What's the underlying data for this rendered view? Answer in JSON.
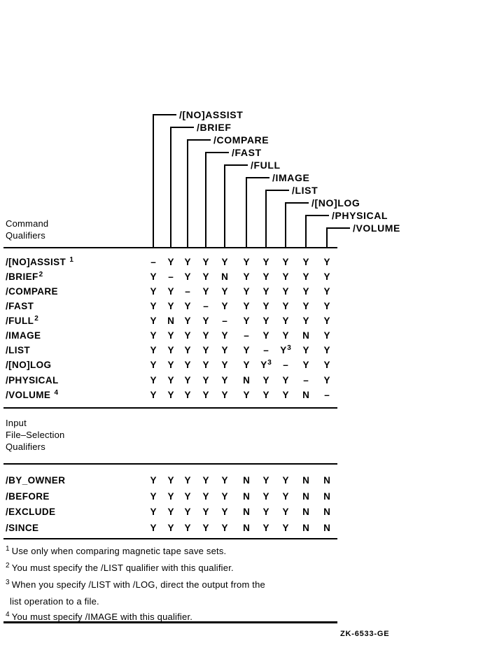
{
  "figure_id": "ZK-6533-GE",
  "colors": {
    "ink": "#000000",
    "paper": "#ffffff"
  },
  "header_tree": {
    "column_labels": [
      "/[NO]ASSIST",
      "/BRIEF",
      "/COMPARE",
      "/FAST",
      "/FULL",
      "/IMAGE",
      "/LIST",
      "/[NO]LOG",
      "/PHYSICAL",
      "/VOLUME"
    ]
  },
  "sections": [
    {
      "id": "command-qualifiers",
      "heading_lines": [
        "Command",
        "Qualifiers"
      ],
      "rows": [
        {
          "label": "/[NO]ASSIST ^1",
          "cells": [
            "–",
            "Y",
            "Y",
            "Y",
            "Y",
            "Y",
            "Y",
            "Y",
            "Y",
            "Y"
          ]
        },
        {
          "label": "/BRIEF^2",
          "cells": [
            "Y",
            "–",
            "Y",
            "Y",
            "N",
            "Y",
            "Y",
            "Y",
            "Y",
            "Y"
          ]
        },
        {
          "label": "/COMPARE",
          "cells": [
            "Y",
            "Y",
            "–",
            "Y",
            "Y",
            "Y",
            "Y",
            "Y",
            "Y",
            "Y"
          ]
        },
        {
          "label": "/FAST",
          "cells": [
            "Y",
            "Y",
            "Y",
            "–",
            "Y",
            "Y",
            "Y",
            "Y",
            "Y",
            "Y"
          ]
        },
        {
          "label": "/FULL^2",
          "cells": [
            "Y",
            "N",
            "Y",
            "Y",
            "–",
            "Y",
            "Y",
            "Y",
            "Y",
            "Y"
          ]
        },
        {
          "label": "/IMAGE",
          "cells": [
            "Y",
            "Y",
            "Y",
            "Y",
            "Y",
            "–",
            "Y",
            "Y",
            "N",
            "Y"
          ]
        },
        {
          "label": "/LIST",
          "cells": [
            "Y",
            "Y",
            "Y",
            "Y",
            "Y",
            "Y",
            "–",
            "Y^3",
            "Y",
            "Y"
          ]
        },
        {
          "label": "/[NO]LOG",
          "cells": [
            "Y",
            "Y",
            "Y",
            "Y",
            "Y",
            "Y",
            "Y^3",
            "–",
            "Y",
            "Y"
          ]
        },
        {
          "label": "/PHYSICAL",
          "cells": [
            "Y",
            "Y",
            "Y",
            "Y",
            "Y",
            "N",
            "Y",
            "Y",
            "–",
            "Y"
          ]
        },
        {
          "label": "/VOLUME ^4",
          "cells": [
            "Y",
            "Y",
            "Y",
            "Y",
            "Y",
            "Y",
            "Y",
            "Y",
            "N",
            "–"
          ]
        }
      ]
    },
    {
      "id": "input-file-selection-qualifiers",
      "heading_lines": [
        "Input",
        "File–Selection",
        "Qualifiers"
      ],
      "rows": [
        {
          "label": "/BY_OWNER",
          "cells": [
            "Y",
            "Y",
            "Y",
            "Y",
            "Y",
            "N",
            "Y",
            "Y",
            "N",
            "N"
          ]
        },
        {
          "label": "/BEFORE",
          "cells": [
            "Y",
            "Y",
            "Y",
            "Y",
            "Y",
            "N",
            "Y",
            "Y",
            "N",
            "N"
          ]
        },
        {
          "label": "/EXCLUDE",
          "cells": [
            "Y",
            "Y",
            "Y",
            "Y",
            "Y",
            "N",
            "Y",
            "Y",
            "N",
            "N"
          ]
        },
        {
          "label": "/SINCE",
          "cells": [
            "Y",
            "Y",
            "Y",
            "Y",
            "Y",
            "N",
            "Y",
            "Y",
            "N",
            "N"
          ]
        }
      ]
    }
  ],
  "footnotes": [
    {
      "marker": "1",
      "lines": [
        "Use only when comparing magnetic tape save sets."
      ]
    },
    {
      "marker": "2",
      "lines": [
        "You must specify the /LIST qualifier with this qualifier."
      ]
    },
    {
      "marker": "3",
      "lines": [
        "When you specify /LIST with /LOG, direct the output from the",
        "list operation to a file."
      ]
    },
    {
      "marker": "4",
      "lines": [
        "You must specify /IMAGE with this qualifier."
      ]
    }
  ]
}
